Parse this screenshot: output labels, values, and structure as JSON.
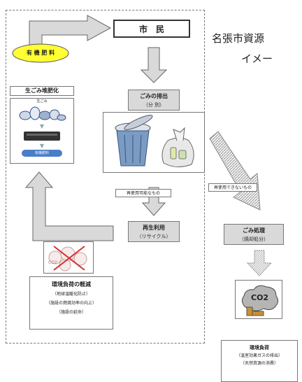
{
  "citizen": "市　民",
  "title_line1": "名張市資源",
  "title_line2": "イメー",
  "fertilizer_label": "有 機 肥 料",
  "compost_title": "生ごみ堆肥化",
  "compost_img_top": "生ごみ",
  "compost_img_bottom": "有機肥料",
  "discharge_line1": "ごみの排出",
  "discharge_line2": "（分 別）",
  "reusable_label": "再使用可能なもの",
  "non_reusable_label": "再使用できないもの",
  "recycle_line1": "再生利用",
  "recycle_line2": "（リサイクル）",
  "disposal_line1": "ごみ処理",
  "disposal_line2": "（焼却処分）",
  "env_reduce": [
    "環境負荷の軽減",
    "（地球温暖化防止）",
    "（施設の燃焼効率の向上）",
    "（施設の延命）"
  ],
  "env_load": [
    "環境負荷",
    "（温室効果ガスの排出）",
    "（天然資源の消費）"
  ],
  "co2": "CO2"
}
